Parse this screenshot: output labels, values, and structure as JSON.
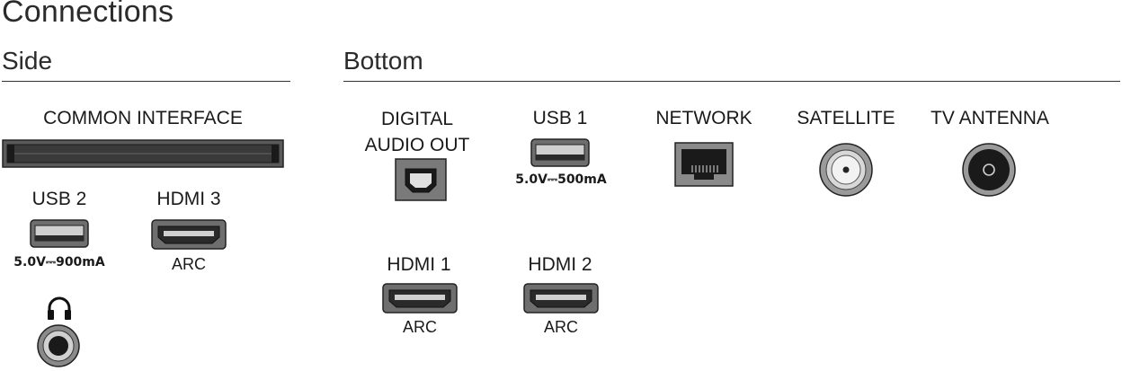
{
  "title": "Connections",
  "sections": {
    "side": {
      "heading": "Side",
      "common_interface": "COMMON INTERFACE",
      "usb2": {
        "label": "USB 2",
        "spec": "5.0V⎓900mA"
      },
      "hdmi3": {
        "label": "HDMI 3",
        "sub": "ARC"
      },
      "headphone": {
        "icon": "headphones-icon"
      }
    },
    "bottom": {
      "heading": "Bottom",
      "digital_audio_out": {
        "line1": "DIGITAL",
        "line2": "AUDIO OUT"
      },
      "usb1": {
        "label": "USB 1",
        "spec": "5.0V⎓500mA"
      },
      "network": {
        "label": "NETWORK"
      },
      "satellite": {
        "label": "SATELLITE"
      },
      "tv_antenna": {
        "label": "TV ANTENNA"
      },
      "hdmi1": {
        "label": "HDMI 1",
        "sub": "ARC"
      },
      "hdmi2": {
        "label": "HDMI 2",
        "sub": "ARC"
      }
    }
  }
}
